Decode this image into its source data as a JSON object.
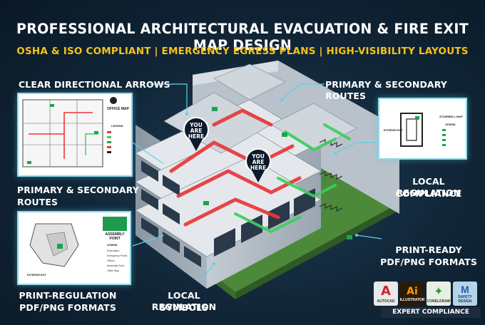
{
  "header": {
    "title": "PROFESSIONAL ARCHITECTURAL EVACUATION & FIRE EXIT MAP DESIGN",
    "subtitle": "OSHA & ISO COMPLIANT | EMERGENCY EGRESS PLANS | HIGH-VISIBILITY LAYOUTS"
  },
  "callouts": {
    "arrows": "CLEAR DIRECTIONAL ARROWS",
    "routes_right": "PRIMARY & SECONDARY ROUTES",
    "routes_left_line1": "PRIMARY & SECONDARY",
    "routes_left_line2": "ROUTES",
    "compliance_line1": "LOCAL REGULATION",
    "compliance_line2": "COMPLIANCE",
    "print_ready_line1": "PRINT-READY",
    "print_ready_line2": "PDF/PNG FORMATS",
    "print_reg_line1": "PRINT-REGULATION",
    "print_reg_line2": "PDF/PNG FORMATS",
    "symbols_line1": "LOCAL REGULATION",
    "symbols_line2": "SYMBOLS"
  },
  "cards": {
    "office_map_title": "OFFICE MAP",
    "office_legend_title": "LEGEND",
    "stairwell_map_title": "STAIRWELL MAP",
    "stairwell_legend_title": "LEGEND",
    "exterior_exit": "EXTERIOR EXIT",
    "assembly_line1": "ASSEMBLY",
    "assembly_line2": "POINT",
    "assembly_legend_title": "LEGEND",
    "assembly_legend_items": [
      "Evacuation",
      "Emergency Points",
      "Offices",
      "Assembly Point",
      "Office Way"
    ]
  },
  "pins": {
    "pin1": [
      "YOU",
      "ARE",
      "HERE"
    ],
    "pin2": [
      "YOU",
      "ARE",
      "HERE"
    ]
  },
  "software": {
    "autocad": "AUTOCAD",
    "illustrator": "ILLUSTRATOR",
    "illustrator_mark": "Ai",
    "coreldraw": "CORELDRAW",
    "safety_line1": "SAFETY",
    "safety_line2": "DESIGN",
    "badge": "EXPERT COMPLIANCE"
  },
  "colors": {
    "accent_yellow": "#f4c21a",
    "route_red": "#e8373a",
    "route_green": "#3ccf5e",
    "callout_cyan": "#5fd0e8"
  }
}
